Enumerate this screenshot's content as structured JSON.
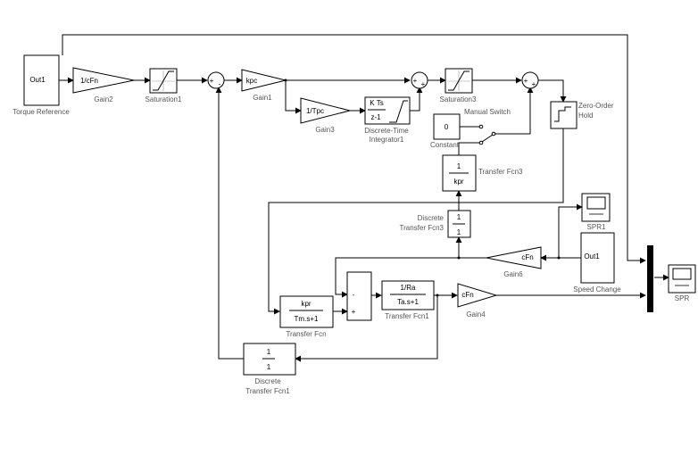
{
  "blocks": {
    "torque_ref": {
      "port": "Out1",
      "label": "Torque Reference"
    },
    "gain2": {
      "text": "1/cFn",
      "label": "Gain2"
    },
    "saturation1": {
      "label": "Saturation1"
    },
    "gain1": {
      "text": "kpc",
      "label": "Gain1"
    },
    "gain3": {
      "text": "1/Tpc",
      "label": "Gain3"
    },
    "dti1": {
      "num": "K Ts",
      "den": "z-1",
      "label1": "Discrete-Time",
      "label2": "Integrator1"
    },
    "saturation3": {
      "label": "Saturation3"
    },
    "constant": {
      "text": "0",
      "label": "Constant"
    },
    "manual_switch": {
      "label": "Manual Switch"
    },
    "zoh": {
      "label1": "Zero-Order",
      "label2": "Hold"
    },
    "tf3": {
      "num": "1",
      "den": "kpr",
      "label": "Transfer Fcn3"
    },
    "dtf3": {
      "num": "1",
      "den": "1",
      "label1": "Discrete",
      "label2": "Transfer Fcn3"
    },
    "spr1": {
      "label": "SPR1"
    },
    "speed_change": {
      "port": "Out1",
      "label": "Speed Change"
    },
    "gain6": {
      "text": "cFn",
      "label": "Gain6"
    },
    "tf": {
      "num": "kpr",
      "den": "Tm.s+1",
      "label": "Transfer Fcn"
    },
    "tf1": {
      "num": "1/Ra",
      "den": "Ta.s+1",
      "label": "Transfer Fcn1"
    },
    "gain4": {
      "text": "cFn",
      "label": "Gain4"
    },
    "spr": {
      "label": "SPR"
    },
    "dtf1": {
      "num": "1",
      "den": "1",
      "label1": "Discrete",
      "label2": "Transfer Fcn1"
    }
  },
  "signs": {
    "sum1_a": "+",
    "sum1_b": "-",
    "sum2_a": "+",
    "sum2_b": "+",
    "sum3_a": "+",
    "sum3_b": "+",
    "sum4_a": "-",
    "sum4_b": "+"
  }
}
